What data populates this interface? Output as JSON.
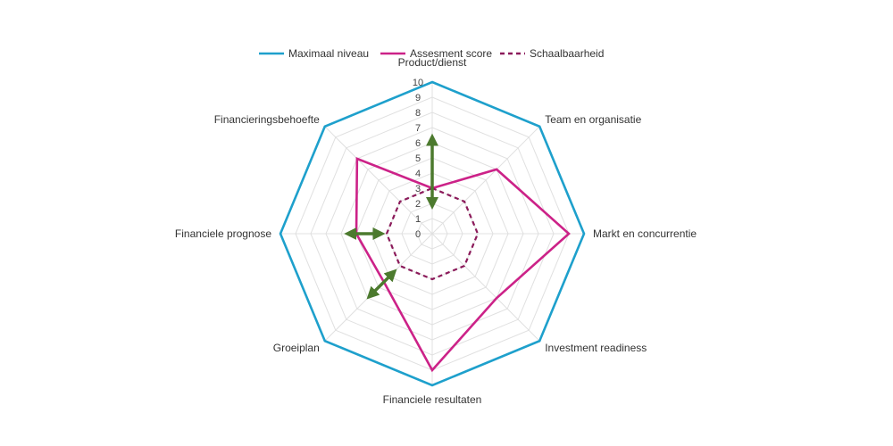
{
  "chart_data": {
    "type": "radar",
    "categories": [
      "Product/dienst",
      "Team en organisatie",
      "Markt en concurrentie",
      "Investment readiness",
      "Financiele resultaten",
      "Groeiplan",
      "Financiele prognose",
      "Financieringsbehoefte"
    ],
    "rlim": [
      0,
      10
    ],
    "ticks": [
      0,
      1,
      2,
      3,
      4,
      5,
      6,
      7,
      8,
      9,
      10
    ],
    "grid": true,
    "legend_position": "top",
    "series": [
      {
        "name": "Maximaal niveau",
        "values": [
          10,
          10,
          10,
          10,
          10,
          10,
          10,
          10
        ],
        "color": "#1ea0cc",
        "style": "solid"
      },
      {
        "name": "Assesment score",
        "values": [
          3,
          6,
          9,
          6,
          9,
          4.5,
          5,
          7
        ],
        "color": "#cc2288",
        "style": "solid"
      },
      {
        "name": "Schaalbaarheid",
        "values": [
          3,
          3,
          3,
          3,
          3,
          3,
          3,
          3
        ],
        "color": "#8b1a5a",
        "style": "dashed"
      }
    ],
    "annotations": [
      {
        "axis": "Product/dienst",
        "from": 2,
        "to": 6.2,
        "color": "#4c7a2e",
        "shape": "double-arrow"
      },
      {
        "axis": "Groeiplan",
        "from": 3.7,
        "to": 5.7,
        "color": "#4c7a2e",
        "shape": "double-arrow"
      },
      {
        "axis": "Financiele prognose",
        "from": 3.5,
        "to": 5.4,
        "color": "#4c7a2e",
        "shape": "double-arrow"
      }
    ]
  }
}
